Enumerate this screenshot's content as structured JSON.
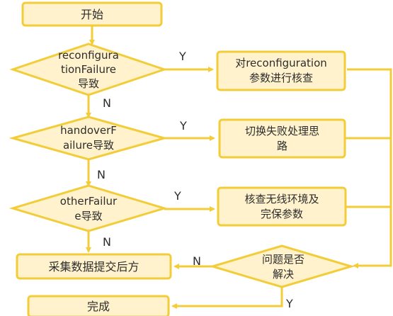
{
  "colors": {
    "box_fill": "#fff2cc",
    "box_stroke": "#f2cd39",
    "arrow": "#f2cd39",
    "text": "#2d2d2d"
  },
  "nodes": {
    "start": "开始",
    "reconfig_decision": "reconfigura\ntionFailure\n导致",
    "reconfig_action": "对reconfiguration\n参数进行核查",
    "handover_decision": "handoverF\nailure导致",
    "handover_action": "切换失败处理思\n路",
    "other_decision": "otherFailur\ne导致",
    "other_action": "核查无线环境及\n完保参数",
    "collect": "采集数据提交后方",
    "resolved_decision": "问题是否\n解决",
    "done": "完成"
  },
  "edges": {
    "reconfig_yes": "Y",
    "reconfig_no": "N",
    "handover_yes": "Y",
    "handover_no": "N",
    "other_yes": "Y",
    "other_no": "N",
    "resolved_no": "N",
    "resolved_yes": "Y"
  }
}
